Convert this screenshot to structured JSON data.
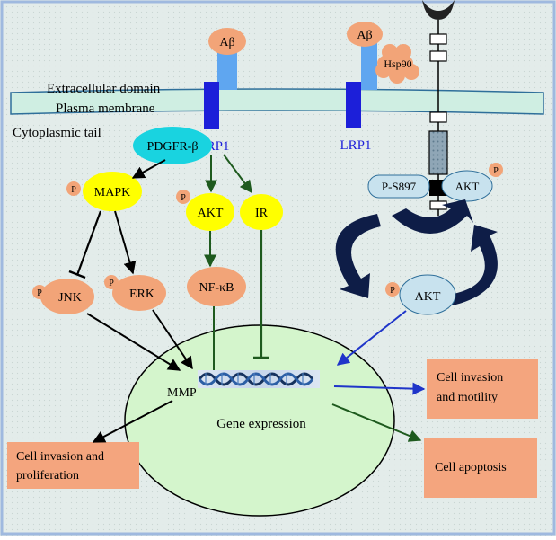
{
  "labels": {
    "abeta_left": "Aβ",
    "abeta_right": "Aβ",
    "hsp90": "Hsp90",
    "extracellular_domain": "Extracellular domain",
    "plasma_membrane": "Plasma membrane",
    "cytoplasmic_tail": "Cytoplasmic tail",
    "lrp1_left": "LRP1",
    "lrp1_right": "LRP1",
    "pdgfr": "PDGFR-β",
    "mapk": "MAPK",
    "akt_mid": "AKT",
    "ir": "IR",
    "p_s897": "P-S897",
    "akt_receptor": "AKT",
    "jnk": "JNK",
    "erk": "ERK",
    "nfkb": "NF-κB",
    "akt_cycle": "AKT",
    "mmp": "MMP",
    "gene_expression": "Gene expression",
    "phospho": "P"
  },
  "outcomes": {
    "invasion_proliferation_line1": "Cell invasion and",
    "invasion_proliferation_line2": "proliferation",
    "invasion_motility_line1": "Cell invasion",
    "invasion_motility_line2": "and motility",
    "apoptosis": "Cell apoptosis"
  },
  "colors": {
    "background": "#e3ecea",
    "frame": "#9fb9df",
    "membrane": "#cfeee2",
    "membrane_border": "#2f6f9a",
    "lrp1": "#1c1fd9",
    "abeta_stem": "#5fa6f0",
    "salmon": "#f2a478",
    "yellow": "#ffff00",
    "pdgfr": "#19d3e0",
    "receptor_pill": "#c8e2ee",
    "nucleus": "#d4f5cc",
    "outcome_box": "#f4a57e",
    "green_arrow": "#1e5a1e",
    "black_arrow": "#000000",
    "blue_arrow": "#1f35c9",
    "navy": "#0e1d47"
  }
}
